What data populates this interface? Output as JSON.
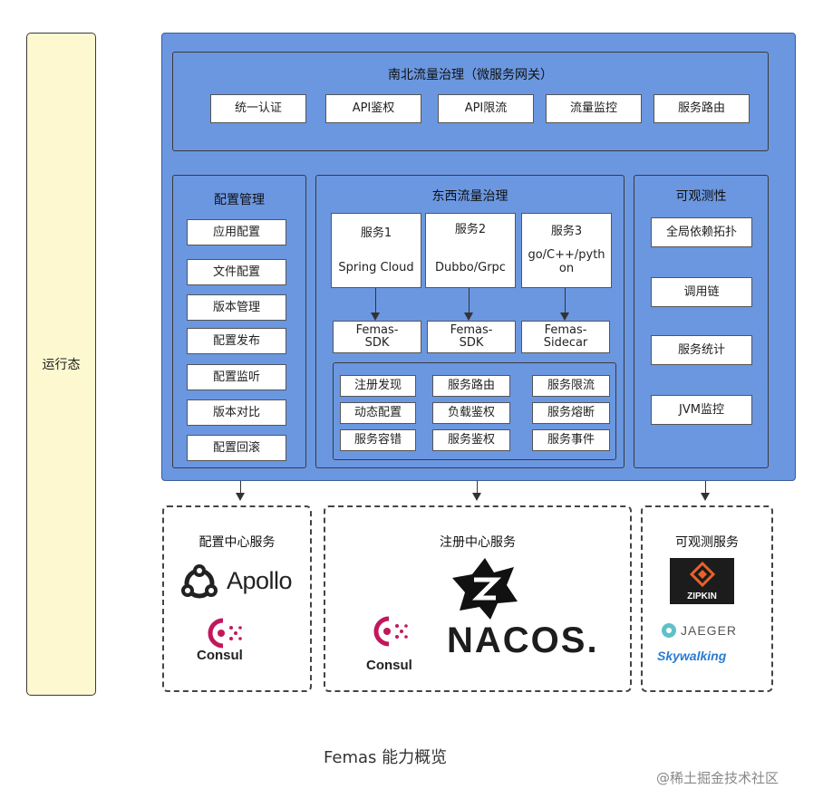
{
  "runtime_label": "运行态",
  "north_south": {
    "title": "南北流量治理（微服务网关）",
    "items": [
      "统一认证",
      "API鉴权",
      "API限流",
      "流量监控",
      "服务路由"
    ]
  },
  "config": {
    "title": "配置管理",
    "items": [
      "应用配置",
      "文件配置",
      "版本管理",
      "配置发布",
      "配置监听",
      "版本对比",
      "配置回滚"
    ]
  },
  "east_west": {
    "title": "东西流量治理",
    "services": [
      {
        "name": "服务1",
        "tech": "Spring Cloud",
        "sdk": "Femas-\nSDK"
      },
      {
        "name": "服务2",
        "tech": "Dubbo/Grpc",
        "sdk": "Femas-\nSDK"
      },
      {
        "name": "服务3",
        "tech": "go/C++/pyth\non",
        "sdk": "Femas-\nSidecar"
      }
    ],
    "capabilities": [
      "注册发现",
      "服务路由",
      "服务限流",
      "动态配置",
      "负载鉴权",
      "服务熔断",
      "服务容错",
      "服务鉴权",
      "服务事件"
    ]
  },
  "observability": {
    "title": "可观测性",
    "items": [
      "全局依赖拓扑",
      "调用链",
      "服务统计",
      "JVM监控"
    ]
  },
  "bottom": {
    "config_center": {
      "title": "配置中心服务",
      "logos": [
        "Apollo",
        "Consul"
      ]
    },
    "registry_center": {
      "title": "注册中心服务",
      "logos": [
        "NACOS.",
        "Consul"
      ]
    },
    "observ_service": {
      "title": "可观测服务",
      "logos": [
        "ZIPKIN",
        "JAEGER",
        "Skywalking"
      ]
    }
  },
  "caption": "Femas 能力概览",
  "watermark": "@稀土掘金技术社区",
  "colors": {
    "main_bg": "#6b97e0",
    "runtime_bg": "#fdf8cf",
    "consul": "#c2185b",
    "zipkin_bg": "#1c1c1c"
  }
}
